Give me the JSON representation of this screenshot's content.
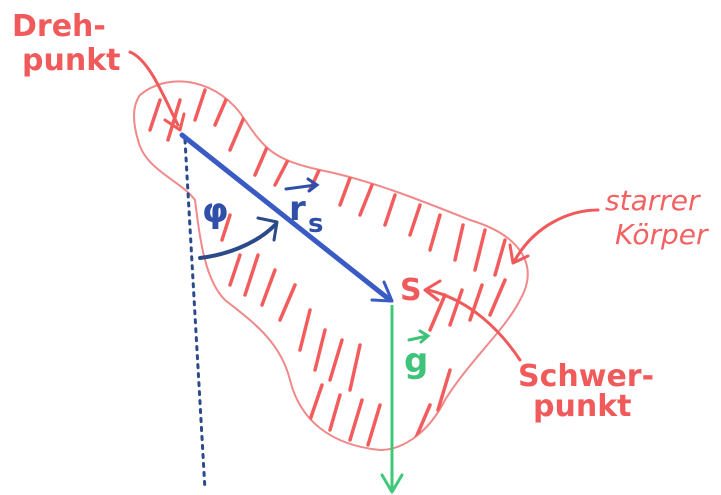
{
  "labels": {
    "pivot_line1": "Dreh-",
    "pivot_line2": "punkt",
    "body_line1": "starrer",
    "body_line2": "Körper",
    "com_letter": "S",
    "com_line1": "Schwer-",
    "com_line2": "punkt",
    "angle": "φ",
    "radius_vector": "r",
    "radius_subscript": "s",
    "gravity_vector": "g"
  },
  "colors": {
    "background": "#ffffff",
    "annotation_red": "#f05a5a",
    "body_outline": "#f08a8a",
    "hatching": "#f25c5c",
    "radius_blue": "#3b5bc4",
    "angle_dark_blue": "#2a4a8a",
    "gravity_green": "#40c878"
  },
  "icons": {
    "pivot_arrow": "curved-arrow",
    "body_arrow": "curved-arrow",
    "com_arrow": "curved-arrow",
    "vector_arrows": "overhead-arrow"
  }
}
